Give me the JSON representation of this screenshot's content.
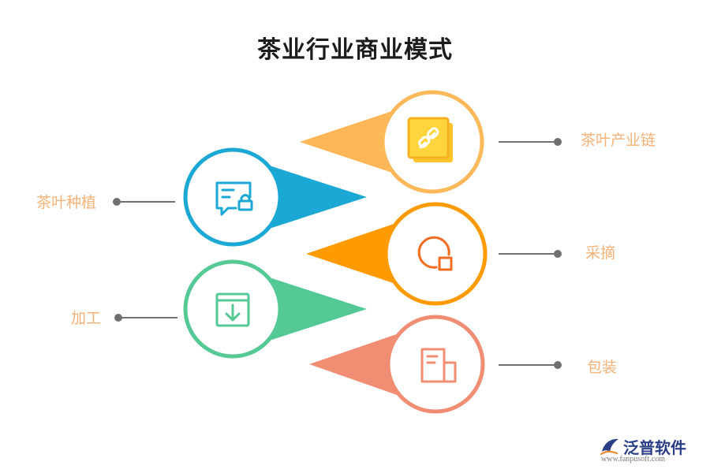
{
  "title": "茶业行业商业模式",
  "items": [
    {
      "label": "茶叶产业链",
      "icon": "link-icon",
      "color": "#FDB859"
    },
    {
      "label": "茶叶种植",
      "icon": "message-lock-icon",
      "color": "#1BA8D5"
    },
    {
      "label": "采摘",
      "icon": "pie-chart-icon",
      "color": "#FF9A01"
    },
    {
      "label": "加工",
      "icon": "download-box-icon",
      "color": "#55C995"
    },
    {
      "label": "包装",
      "icon": "document-icon",
      "color": "#F18D73"
    }
  ],
  "label_color": "#F5B277",
  "connector_color": "#707070",
  "brand": {
    "name": "泛普软件",
    "url": "www.fanpusoft.com"
  }
}
